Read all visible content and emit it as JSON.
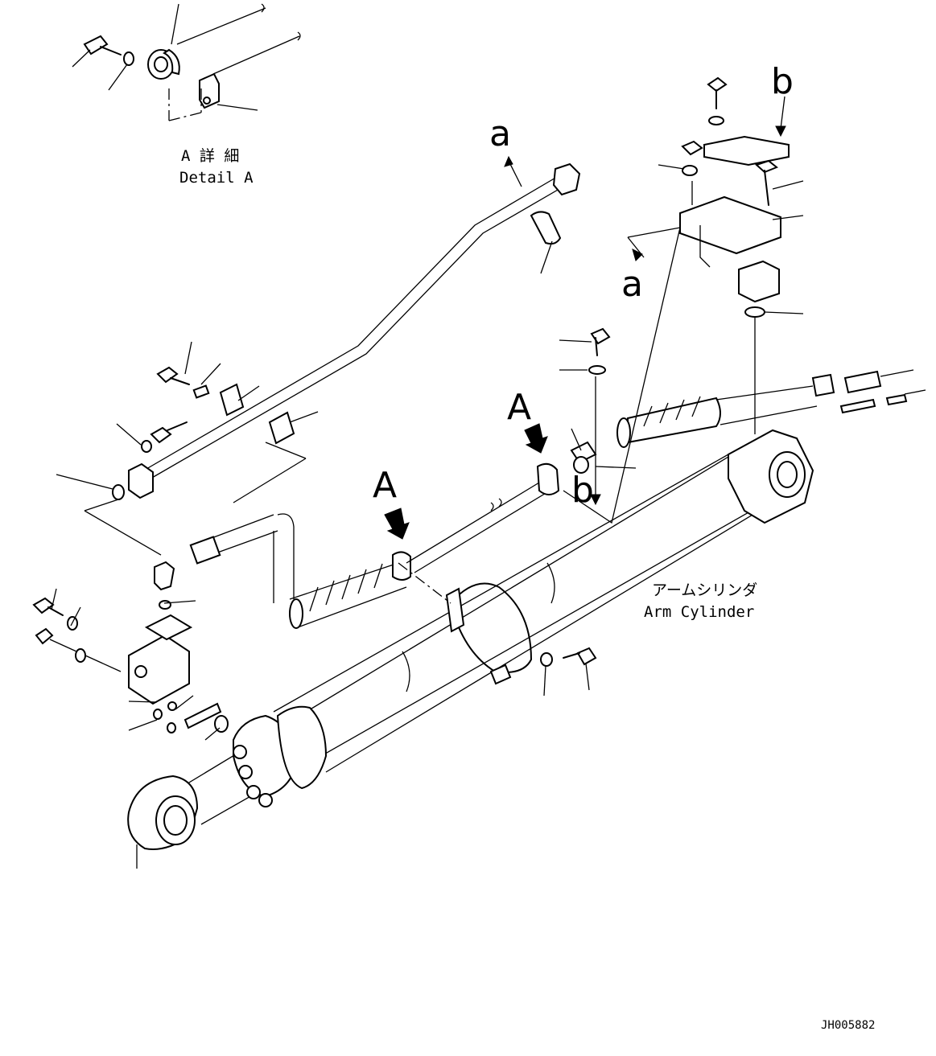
{
  "labels": {
    "detail_jp": "A 詳 細",
    "detail_en": "Detail A",
    "arm_jp": "アームシリンダ",
    "arm_en": "Arm Cylinder",
    "callout_a1": "a",
    "callout_a2": "a",
    "callout_b1": "b",
    "callout_b2": "b",
    "view_A1": "A",
    "view_A2": "A",
    "drawing_code": "JH005882"
  }
}
